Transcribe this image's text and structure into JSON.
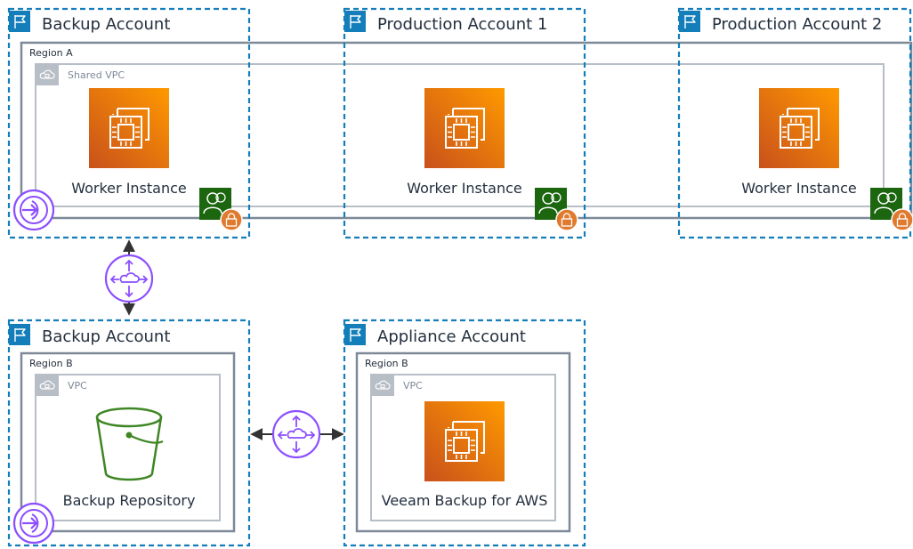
{
  "accounts": {
    "backup_top": "Backup Account",
    "production_1": "Production Account 1",
    "production_2": "Production Account 2",
    "backup_bottom": "Backup Account",
    "appliance": "Appliance Account"
  },
  "regions": {
    "top": "Region A",
    "bottom_left": "Region B",
    "bottom_right": "Region B"
  },
  "vpcs": {
    "shared": "Shared VPC",
    "backup": "VPC",
    "appliance": "VPC"
  },
  "nodes": {
    "worker_backup": "Worker Instance",
    "worker_prod1": "Worker Instance",
    "worker_prod2": "Worker Instance",
    "repository": "Backup Repository",
    "veeam": "Veeam Backup for AWS"
  },
  "colors": {
    "account_border": "#147eba",
    "region_border": "#7d8998",
    "vpc_border": "#b8bec6",
    "ec2_gradient_start": "#c8511b",
    "ec2_gradient_end": "#ff9900",
    "iam_green": "#1b660f",
    "lock_orange": "#e07a2e",
    "s3_green": "#3f8624",
    "network_purple": "#8c4fff"
  },
  "icons": [
    "flag-icon",
    "cloud-icon",
    "ec2-instance-icon",
    "iam-role-icon",
    "lock-icon",
    "s3-bucket-icon",
    "transit-gateway-icon",
    "endpoint-icon"
  ]
}
